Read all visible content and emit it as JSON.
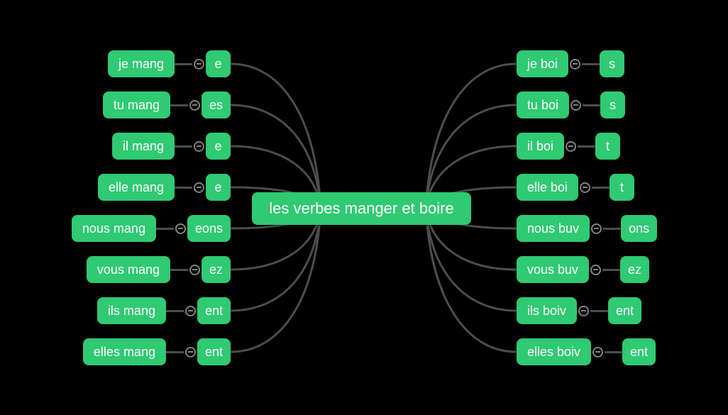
{
  "title": "les verbes manger et boire",
  "colors": {
    "background": "#000000",
    "node_green": "#2fca72",
    "node_text": "#ffffff",
    "branch_line": "#4d4d4d",
    "collapse_ring": "#828282"
  },
  "left_branch": {
    "rows": [
      {
        "subject": "je mang",
        "ending": "e"
      },
      {
        "subject": "tu mang",
        "ending": "es"
      },
      {
        "subject": "il mang",
        "ending": "e"
      },
      {
        "subject": "elle mang",
        "ending": "e"
      },
      {
        "subject": "nous mang",
        "ending": "eons"
      },
      {
        "subject": "vous mang",
        "ending": "ez"
      },
      {
        "subject": "ils mang",
        "ending": "ent"
      },
      {
        "subject": "elles mang",
        "ending": "ent"
      }
    ]
  },
  "right_branch": {
    "rows": [
      {
        "subject": "je boi",
        "ending": "s"
      },
      {
        "subject": "tu boi",
        "ending": "s"
      },
      {
        "subject": "il boi",
        "ending": "t"
      },
      {
        "subject": "elle boi",
        "ending": "t"
      },
      {
        "subject": "nous buv",
        "ending": "ons"
      },
      {
        "subject": "vous buv",
        "ending": "ez"
      },
      {
        "subject": "ils boiv",
        "ending": "ent"
      },
      {
        "subject": "elles boiv",
        "ending": "ent"
      }
    ]
  }
}
